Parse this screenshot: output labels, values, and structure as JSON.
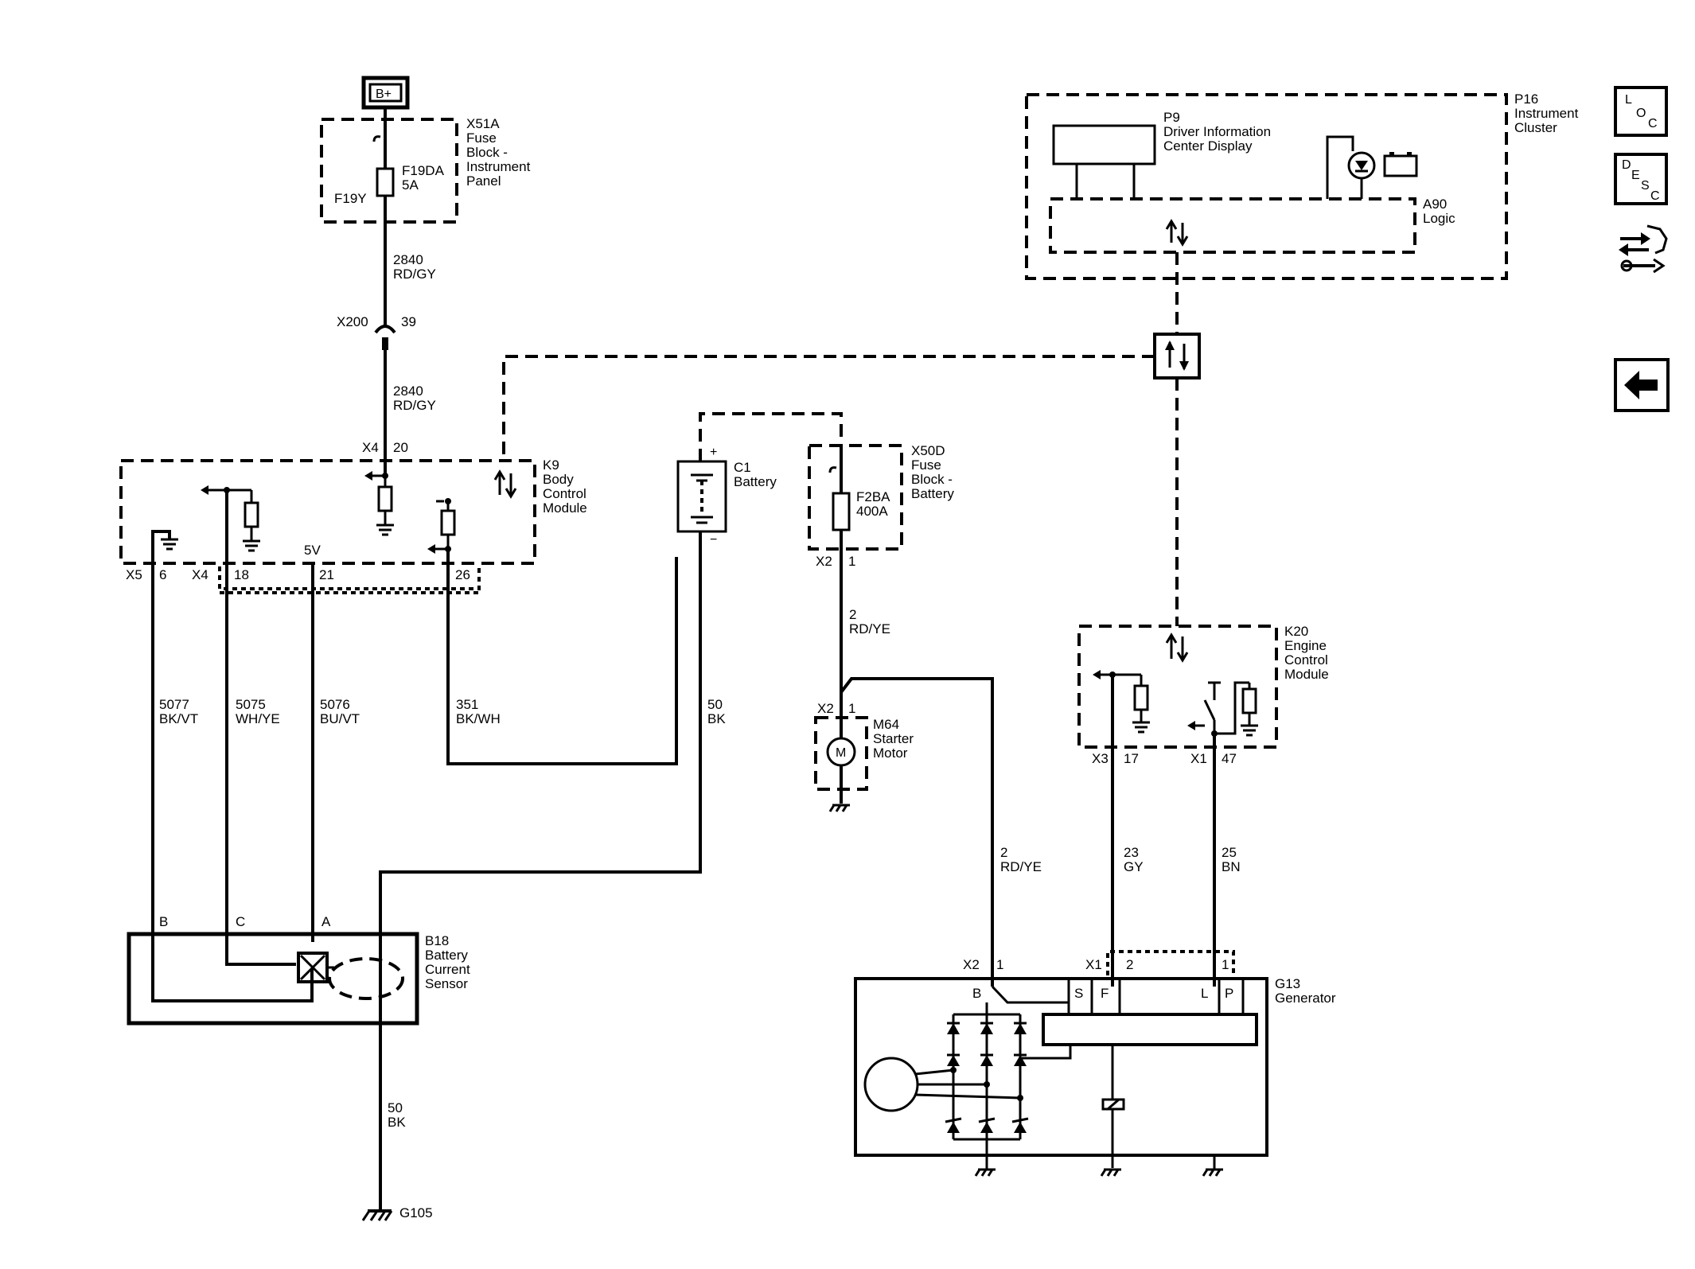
{
  "power": {
    "bplus": "B+"
  },
  "x51a": {
    "name": "X51A",
    "line1": "Fuse",
    "line2": "Block -",
    "line3": "Instrument",
    "line4": "Panel",
    "fuse_name": "F19DA",
    "fuse_rating": "5A",
    "fuse_pos": "F19Y"
  },
  "wire_2840a": {
    "circuit": "2840",
    "color": "RD/GY"
  },
  "x200": {
    "name": "X200",
    "pin": "39"
  },
  "wire_2840b": {
    "circuit": "2840",
    "color": "RD/GY"
  },
  "k9": {
    "name": "K9",
    "line1": "Body",
    "line2": "Control",
    "line3": "Module",
    "top_conn": "X4",
    "top_pin": "20",
    "v5": "5V"
  },
  "k9_pins": {
    "x5": "X5",
    "p6": "6",
    "x4": "X4",
    "p18": "18",
    "p21": "21",
    "p26": "26"
  },
  "wires_left": [
    {
      "circuit": "5077",
      "color": "BK/VT"
    },
    {
      "circuit": "5075",
      "color": "WH/YE"
    },
    {
      "circuit": "5076",
      "color": "BU/VT"
    },
    {
      "circuit": "351",
      "color": "BK/WH"
    },
    {
      "circuit": "50",
      "color": "BK"
    }
  ],
  "c1": {
    "name": "C1",
    "desc": "Battery",
    "plus": "+",
    "minus": "−"
  },
  "x50d": {
    "name": "X50D",
    "line1": "Fuse",
    "line2": "Block -",
    "line3": "Battery",
    "fuse_name": "F2BA",
    "fuse_rating": "400A",
    "conn": "X2",
    "pin": "1"
  },
  "wire_2a": {
    "circuit": "2",
    "color": "RD/YE"
  },
  "m64": {
    "conn": "X2",
    "pin": "1",
    "name": "M64",
    "line1": "Starter",
    "line2": "Motor",
    "symbol": "M"
  },
  "b18": {
    "pin_b": "B",
    "pin_c": "C",
    "pin_a": "A",
    "name": "B18",
    "line1": "Battery",
    "line2": "Current",
    "line3": "Sensor"
  },
  "wire_50_ground": {
    "circuit": "50",
    "color": "BK"
  },
  "g105": {
    "name": "G105"
  },
  "p16": {
    "name": "P16",
    "line1": "Instrument",
    "line2": "Cluster"
  },
  "p9": {
    "name": "P9",
    "line1": "Driver Information",
    "line2": "Center Display"
  },
  "a90": {
    "name": "A90",
    "line1": "Logic"
  },
  "k20": {
    "name": "K20",
    "line1": "Engine",
    "line2": "Control",
    "line3": "Module",
    "x3": "X3",
    "p17": "17",
    "x1": "X1",
    "p47": "47"
  },
  "wire_2b": {
    "circuit": "2",
    "color": "RD/YE"
  },
  "wire_23": {
    "circuit": "23",
    "color": "GY"
  },
  "wire_25": {
    "circuit": "25",
    "color": "BN"
  },
  "g13": {
    "name": "G13",
    "line1": "Generator",
    "x2": "X2",
    "x2pin": "1",
    "x1": "X1",
    "x1pin2": "2",
    "x1pin1": "1",
    "b": "B",
    "s": "S",
    "f": "F",
    "l": "L",
    "p": "P"
  },
  "nav": {
    "loc_l": "L",
    "loc_o": "O",
    "loc_c": "C",
    "desc_d": "D",
    "desc_e": "E",
    "desc_s": "S",
    "desc_c": "C"
  },
  "icons": [
    "loc-icon",
    "desc-icon",
    "connector-wrench-icon",
    "back-arrow-icon"
  ]
}
